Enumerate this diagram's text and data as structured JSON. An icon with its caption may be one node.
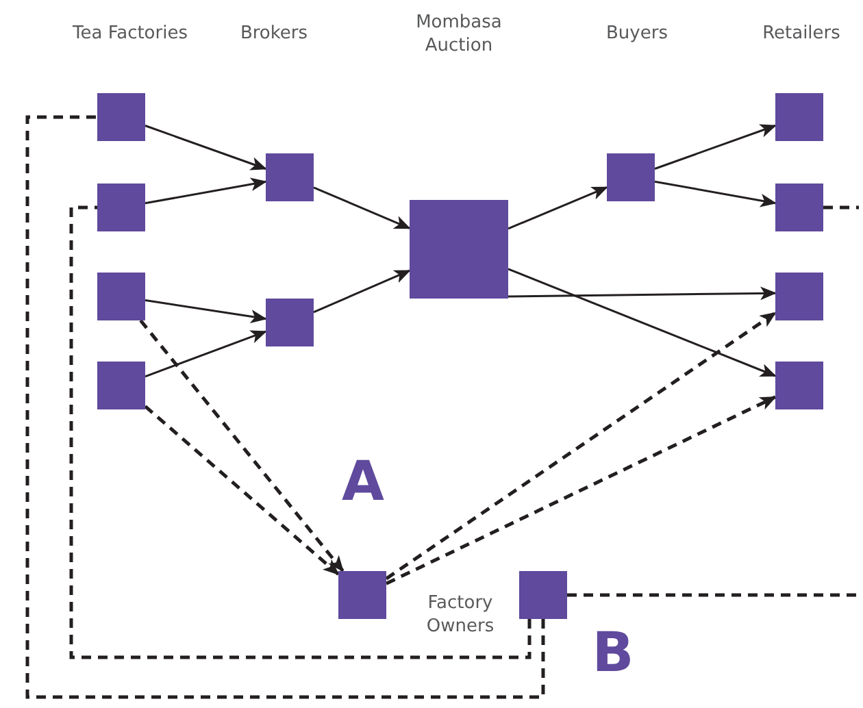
{
  "diagram": {
    "nodes": [
      {
        "text": [],
        "shape": "box"
      },
      {
        "text": [],
        "shape": "box"
      },
      {
        "text": [],
        "shape": "box"
      },
      {
        "text": [],
        "shape": "box"
      },
      {
        "text": [],
        "shape": "box"
      },
      {
        "text": [],
        "shape": "box"
      },
      {
        "text": [],
        "shape": "box"
      },
      {
        "text": [],
        "shape": "box"
      },
      {
        "text": [],
        "shape": "box"
      },
      {
        "text": [],
        "shape": "box"
      },
      {
        "text": [],
        "shape": "box"
      },
      {
        "text": [],
        "shape": "box"
      },
      {
        "text": [],
        "shape": "box"
      },
      {
        "text": [],
        "shape": "box"
      }
    ],
    "edges": [
      {
        "from": 0,
        "to": 4,
        "arrow": "to"
      },
      {
        "from": 1,
        "to": 4,
        "arrow": "to"
      },
      {
        "from": 2,
        "to": 5,
        "arrow": "to"
      },
      {
        "from": 3,
        "to": 5,
        "arrow": "to"
      },
      {
        "from": 4,
        "to": 6,
        "arrow": "to"
      },
      {
        "from": 5,
        "to": 6,
        "arrow": "to"
      },
      {
        "from": 6,
        "to": 7,
        "arrow": "to"
      },
      {
        "from": 7,
        "to": 8,
        "arrow": "to"
      },
      {
        "from": 7,
        "to": 9,
        "arrow": "to"
      },
      {
        "from": 6,
        "to": 10,
        "arrow": "to"
      },
      {
        "from": 6,
        "to": 11,
        "arrow": "to"
      },
      {
        "from": 2,
        "to": 12,
        "arrow": "to",
        "style": "dashed"
      },
      {
        "from": 3,
        "to": 12,
        "arrow": "to",
        "style": "dashed"
      },
      {
        "from": 12,
        "to": 10,
        "arrow": "to",
        "style": "dashed"
      },
      {
        "from": 12,
        "to": 11,
        "arrow": "to",
        "style": "dashed"
      },
      {
        "from": 13,
        "to": 0,
        "arrow": "none",
        "style": "dashed"
      },
      {
        "from": 13,
        "to": 1,
        "arrow": "none",
        "style": "dashed"
      },
      {
        "from": 13,
        "to": null,
        "arrow": "none",
        "style": "dashed"
      },
      {
        "from": 9,
        "to": null,
        "arrow": "none",
        "style": "dashed"
      }
    ],
    "labels": [
      "Tea Factories",
      "Brokers",
      "Mombasa Auction",
      "Buyers",
      "Retailers",
      "A",
      "Factory Owners",
      "B"
    ]
  }
}
